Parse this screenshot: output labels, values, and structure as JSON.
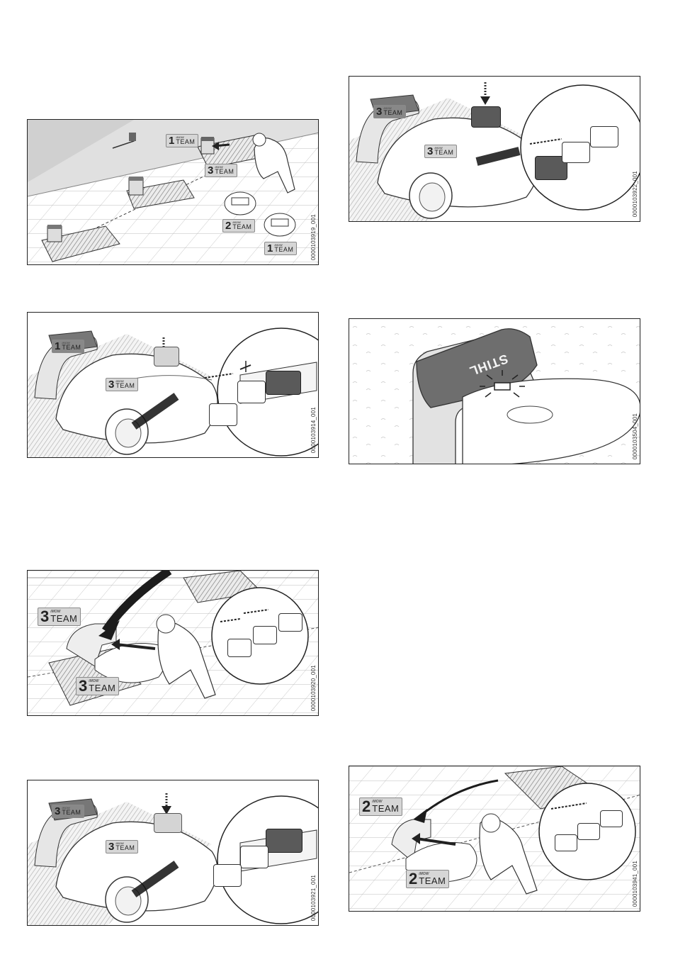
{
  "figures": [
    {
      "id": "fig-1",
      "ref_code": "0000103919_001",
      "badges": [
        "1",
        "3",
        "2",
        "1"
      ],
      "badge_word": "TEAM",
      "badge_brand": "iMOW"
    },
    {
      "id": "fig-2",
      "ref_code": "0000103914_001",
      "badges": [
        "1",
        "3"
      ],
      "badge_word": "TEAM",
      "badge_brand": "iMOW"
    },
    {
      "id": "fig-3",
      "ref_code": "0000103920_001",
      "badges": [
        "3",
        "3"
      ],
      "badge_word": "TEAM",
      "badge_brand": "iMOW"
    },
    {
      "id": "fig-4",
      "ref_code": "0000103921_001",
      "badges": [
        "3",
        "3"
      ],
      "badge_word": "TEAM",
      "badge_brand": "iMOW"
    },
    {
      "id": "fig-5",
      "ref_code": "0000103922_001",
      "badges": [
        "3",
        "3"
      ],
      "badge_word": "TEAM",
      "badge_brand": "iMOW"
    },
    {
      "id": "fig-6",
      "ref_code": "0000103504_001",
      "logo_text": "STIHL"
    },
    {
      "id": "fig-7",
      "ref_code": "0000103941_001",
      "badges": [
        "2",
        "2"
      ],
      "badge_word": "TEAM",
      "badge_brand": "iMOW"
    }
  ],
  "icons": [
    "home-key-icon",
    "play-key-icon",
    "unlock-key-icon",
    "press-arrow-icon",
    "approach-arrow-icon"
  ],
  "colors": {
    "frame": "#222222",
    "badge_bg": "#d6d6d6",
    "key_active": "#5a5a5a",
    "station_top": "#6e6e6e",
    "line_art": "#333333"
  }
}
